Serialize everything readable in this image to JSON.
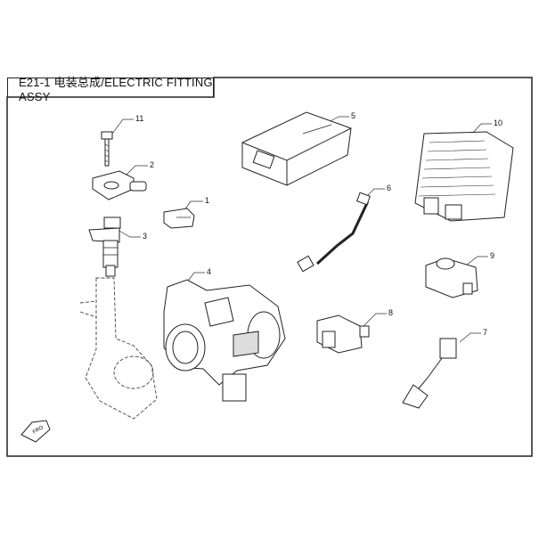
{
  "title": "E21-1 电装总成/ELECTRIC FITTING ASSY",
  "callouts": [
    "11",
    "2",
    "1",
    "3",
    "4",
    "5",
    "6",
    "10",
    "9",
    "8",
    "7"
  ],
  "front_marker": "FRO",
  "colors": {
    "line": "#222222",
    "part": "#ffffff",
    "shade": "#d9d9d9"
  }
}
